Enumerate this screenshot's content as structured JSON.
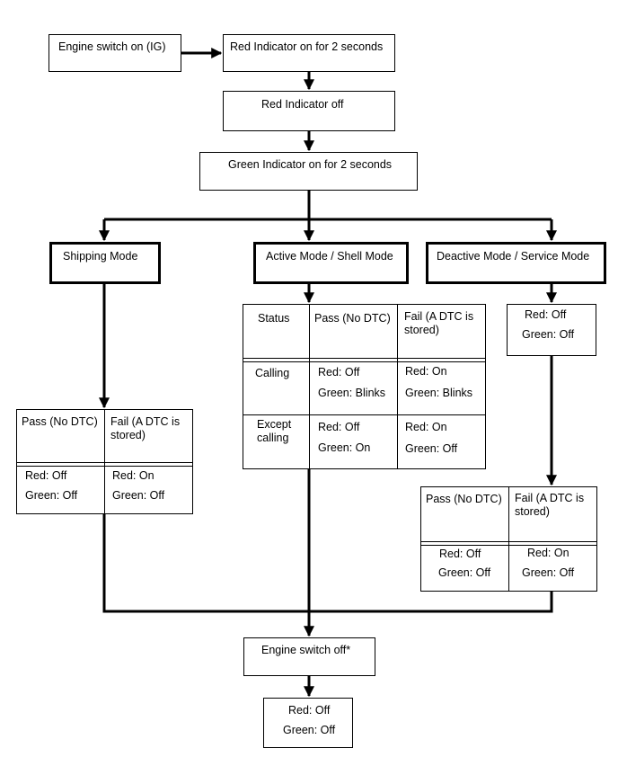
{
  "start": {
    "engine_on": "Engine switch on (IG)",
    "red_on": "Red Indicator on for 2 seconds",
    "red_off": "Red Indicator off",
    "green_on": "Green Indicator on for 2 seconds"
  },
  "modes": {
    "shipping": "Shipping Mode",
    "active": "Active Mode / Shell Mode",
    "deactive": "Deactive Mode / Service Mode"
  },
  "shipping_table": {
    "pass_header": "Pass (No DTC)",
    "fail_header": "Fail (A DTC is stored)",
    "pass_red": "Red: Off",
    "pass_green": "Green: Off",
    "fail_red": "Red: On",
    "fail_green": "Green: Off"
  },
  "active_table": {
    "status_header": "Status",
    "pass_header": "Pass (No DTC)",
    "fail_header": "Fail (A DTC is stored)",
    "calling_label": "Calling",
    "calling_pass_red": "Red: Off",
    "calling_pass_green": "Green: Blinks",
    "calling_fail_red": "Red: On",
    "calling_fail_green": "Green: Blinks",
    "except_label": "Except calling",
    "except_pass_red": "Red: Off",
    "except_pass_green": "Green: On",
    "except_fail_red": "Red: On",
    "except_fail_green": "Green: Off"
  },
  "deactive_status": {
    "red": "Red: Off",
    "green": "Green: Off"
  },
  "deactive_table": {
    "pass_header": "Pass (No DTC)",
    "fail_header": "Fail (A DTC is stored)",
    "pass_red": "Red: Off",
    "pass_green": "Green: Off",
    "fail_red": "Red: On",
    "fail_green": "Green: Off"
  },
  "end": {
    "engine_off": "Engine switch off*",
    "red": "Red: Off",
    "green": "Green: Off"
  }
}
